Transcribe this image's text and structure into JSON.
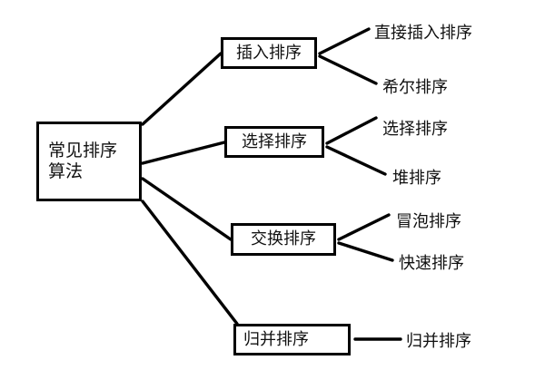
{
  "diagram": {
    "title": "常见排序算法",
    "background_color": "#ffffff",
    "line_color": "#000000",
    "text_color": "#111111",
    "root": {
      "label": "常见排序\n算法",
      "line1": "常见排序",
      "line2": "算法"
    },
    "branches": [
      {
        "id": "insertion",
        "label": "插入排序",
        "leaves": [
          {
            "id": "straight-insertion",
            "label": "直接插入排序"
          },
          {
            "id": "shell",
            "label": "希尔排序"
          }
        ]
      },
      {
        "id": "selection",
        "label": "选择排序",
        "leaves": [
          {
            "id": "selection-leaf",
            "label": "选择排序"
          },
          {
            "id": "heap",
            "label": "堆排序"
          }
        ]
      },
      {
        "id": "exchange",
        "label": "交换排序",
        "leaves": [
          {
            "id": "bubble",
            "label": "冒泡排序"
          },
          {
            "id": "quick",
            "label": "快速排序"
          }
        ]
      },
      {
        "id": "merge",
        "label": "归并排序",
        "leaves": [
          {
            "id": "merge-leaf",
            "label": "归并排序"
          }
        ]
      }
    ]
  }
}
